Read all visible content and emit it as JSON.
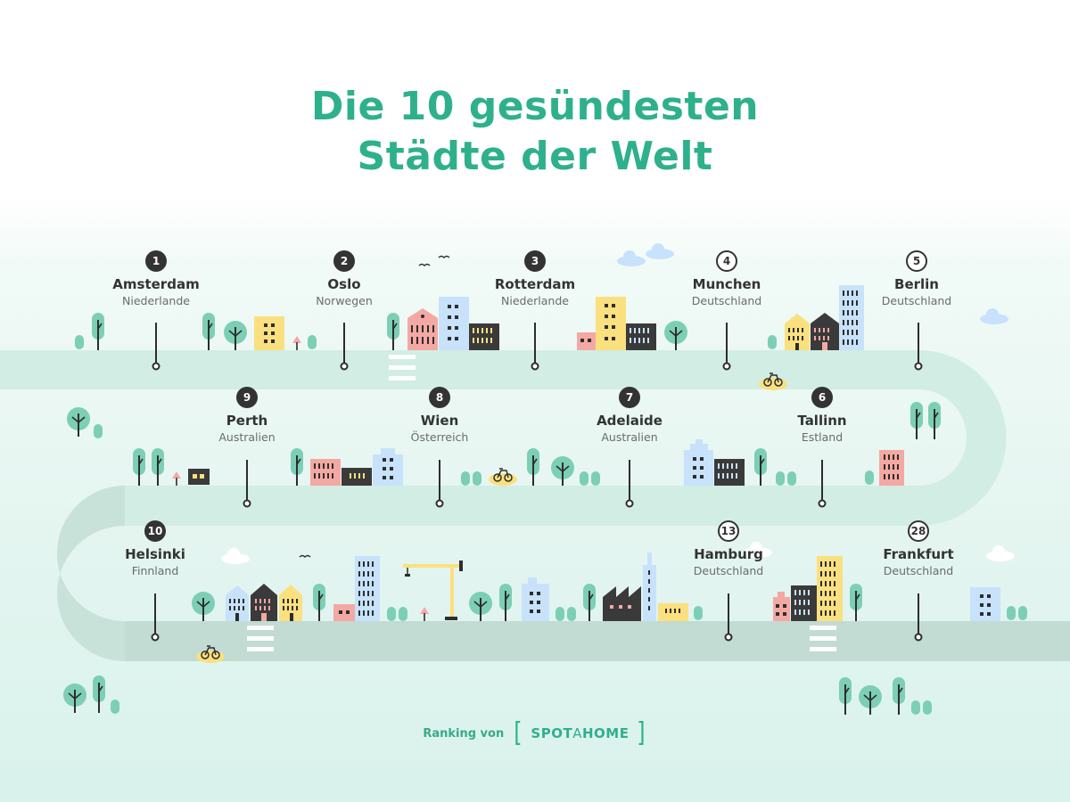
{
  "title": {
    "line1": "Die 10 gesündesten",
    "line2": "Städte der Welt"
  },
  "colors": {
    "title": "#2fb08c",
    "road_top": "#d1ede4",
    "road_bottom": "#c2dbd3",
    "badge": "#333333",
    "tree": "#7ccfb4",
    "building_yellow": "#fbe07f",
    "building_pink": "#f4a8a3",
    "building_blue": "#c7e2fa",
    "building_dark": "#3a3a3a"
  },
  "cities": [
    {
      "rank": "1",
      "name": "Amsterdam",
      "country": "Niederlande",
      "badge_style": "filled"
    },
    {
      "rank": "2",
      "name": "Oslo",
      "country": "Norwegen",
      "badge_style": "filled"
    },
    {
      "rank": "3",
      "name": "Rotterdam",
      "country": "Niederlande",
      "badge_style": "filled"
    },
    {
      "rank": "4",
      "name": "Munchen",
      "country": "Deutschland",
      "badge_style": "outline"
    },
    {
      "rank": "5",
      "name": "Berlin",
      "country": "Deutschland",
      "badge_style": "outline"
    },
    {
      "rank": "6",
      "name": "Tallinn",
      "country": "Estland",
      "badge_style": "filled"
    },
    {
      "rank": "7",
      "name": "Adelaide",
      "country": "Australien",
      "badge_style": "filled"
    },
    {
      "rank": "8",
      "name": "Wien",
      "country": "Österreich",
      "badge_style": "filled"
    },
    {
      "rank": "9",
      "name": "Perth",
      "country": "Australien",
      "badge_style": "filled"
    },
    {
      "rank": "10",
      "name": "Helsinki",
      "country": "Finnland",
      "badge_style": "filled"
    },
    {
      "rank": "13",
      "name": "Hamburg",
      "country": "Deutschland",
      "badge_style": "outline"
    },
    {
      "rank": "28",
      "name": "Frankfurt",
      "country": "Deutschland",
      "badge_style": "outline"
    }
  ],
  "footer": {
    "ranking_by": "Ranking von",
    "brand_left_bracket": "[",
    "brand_part1": "SPOT",
    "brand_part2": "A",
    "brand_part3": "HOME",
    "brand_right_bracket": "]"
  }
}
